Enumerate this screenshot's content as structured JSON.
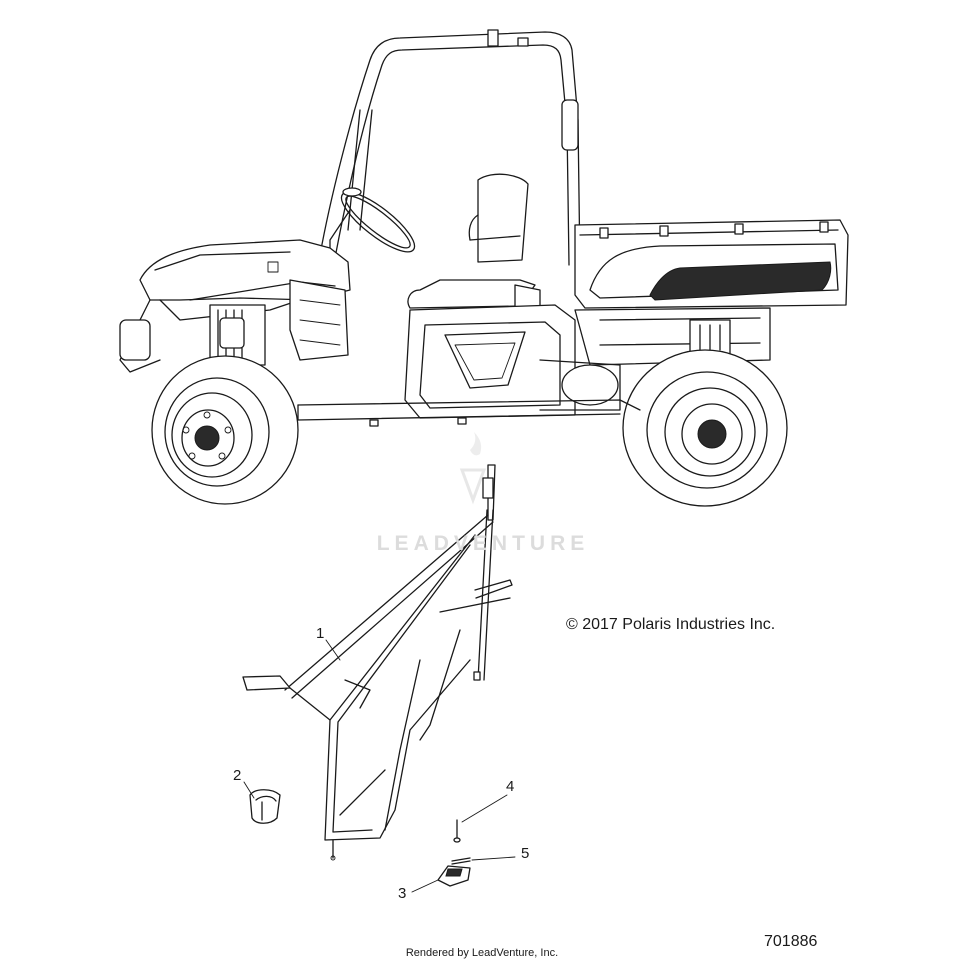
{
  "diagram": {
    "copyright": "© 2017 Polaris Industries Inc.",
    "drawing_number": "701886",
    "rendered_by": "Rendered by LeadVenture, Inc.",
    "watermark": "LEADVENTURE",
    "callouts": [
      {
        "id": "callout-1",
        "label": "1"
      },
      {
        "id": "callout-2",
        "label": "2"
      },
      {
        "id": "callout-3",
        "label": "3"
      },
      {
        "id": "callout-4",
        "label": "4"
      },
      {
        "id": "callout-5",
        "label": "5"
      }
    ],
    "colors": {
      "line": "#1a1a1a",
      "background": "#ffffff",
      "watermark": "#dcdcdc"
    }
  }
}
